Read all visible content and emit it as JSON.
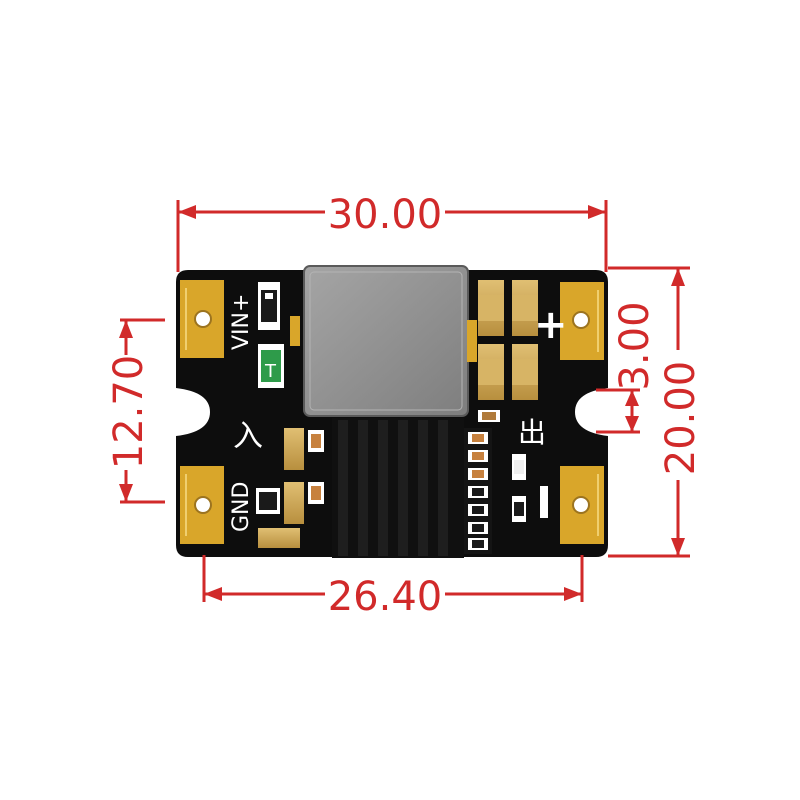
{
  "dimensions": {
    "top_width": "30.00",
    "bottom_width": "26.40",
    "left_height": "12.70",
    "right_height": "20.00",
    "right_offset": "3.00"
  },
  "silkscreen": {
    "vin_label": "VIN+",
    "gnd_label": "GND",
    "input_char": "入",
    "output_char": "出",
    "plus_sign": "+",
    "minus_sign": "−",
    "fuse_mark": "T"
  },
  "colors": {
    "dimension_red": "#d12a2a",
    "board_black": "#0d0d0d",
    "pad_gold": "#d9a62a",
    "inductor_gray": "#8f8f8f",
    "capacitor_tan": "#caa45a",
    "fuse_green": "#2e9b4a"
  }
}
